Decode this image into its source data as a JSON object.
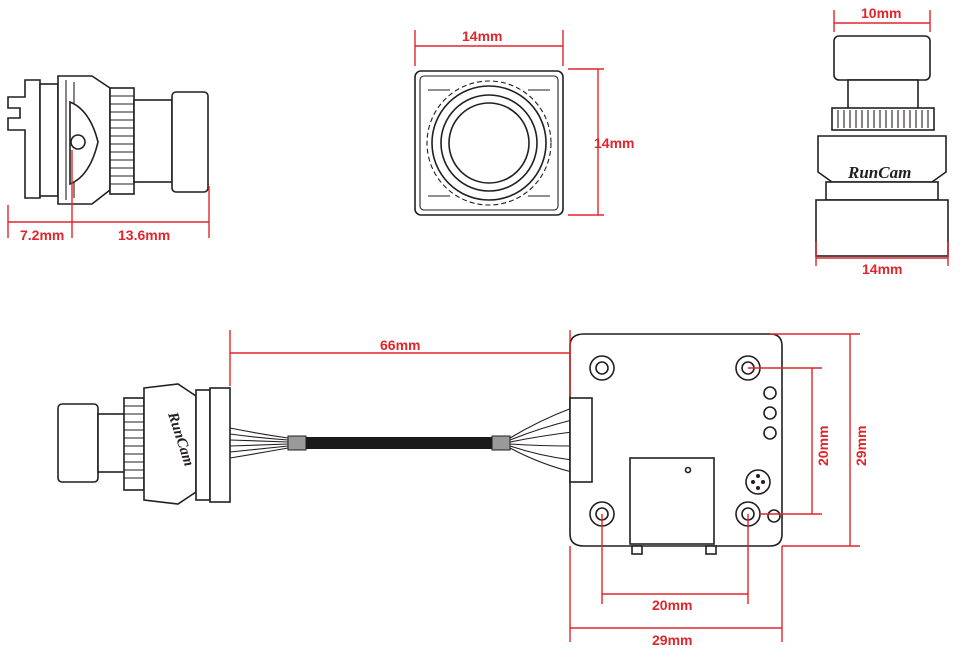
{
  "views": {
    "side_view": {
      "dim_back": "7.2mm",
      "dim_length": "13.6mm"
    },
    "front_view": {
      "dim_width": "14mm",
      "dim_height": "14mm"
    },
    "top_view": {
      "dim_lens": "10mm",
      "dim_body": "14mm",
      "brand": "RunCam"
    },
    "assembly_view": {
      "dim_cable": "66mm",
      "brand": "RunCam",
      "board_dim_holes_v": "20mm",
      "board_dim_height": "29mm",
      "board_dim_holes_h": "20mm",
      "board_dim_width": "29mm"
    }
  },
  "colors": {
    "dimension": "#e0252b",
    "outline": "#231f20",
    "cable": "#1a1a1a"
  }
}
